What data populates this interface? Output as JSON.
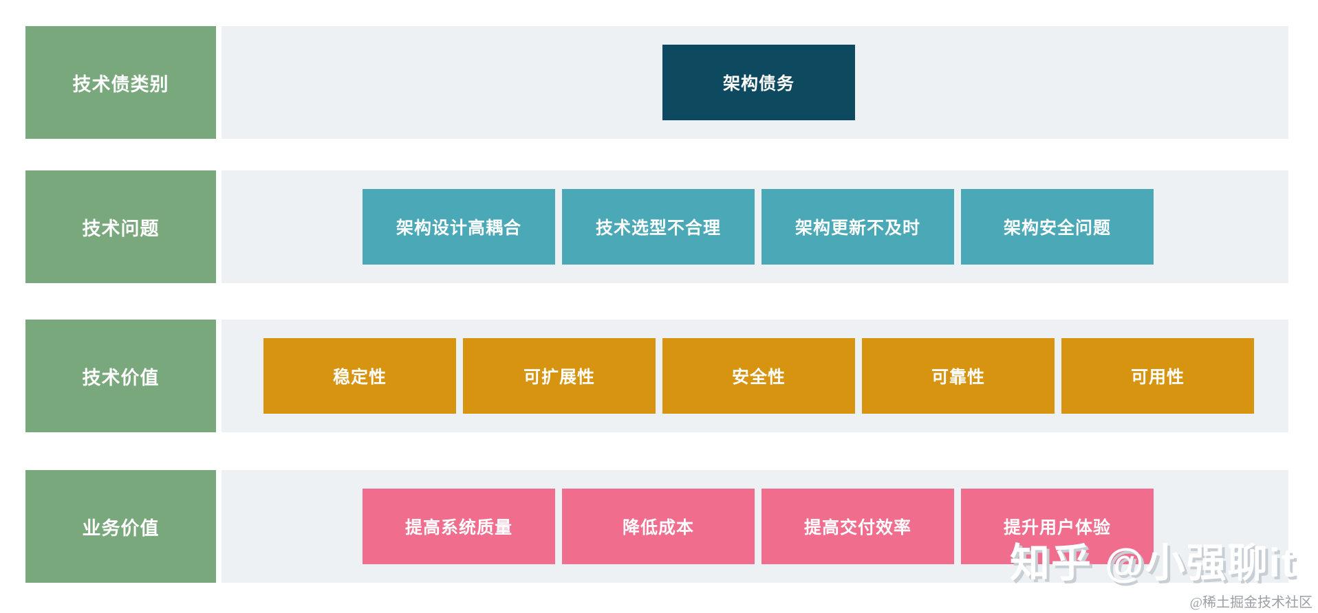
{
  "colors": {
    "label_green": "#7aa87d",
    "band_gray": "#edf1f4",
    "debt_navy": "#0e4a5f",
    "problem_teal": "#4ba8b7",
    "tech_value_orange": "#d79411",
    "business_value_pink": "#f06d8d"
  },
  "rows": [
    {
      "label": "技术债类别",
      "boxes": [
        {
          "label": "架构债务"
        }
      ]
    },
    {
      "label": "技术问题",
      "boxes": [
        {
          "label": "架构设计高耦合"
        },
        {
          "label": "技术选型不合理"
        },
        {
          "label": "架构更新不及时"
        },
        {
          "label": "架构安全问题"
        }
      ]
    },
    {
      "label": "技术价值",
      "boxes": [
        {
          "label": "稳定性"
        },
        {
          "label": "可扩展性"
        },
        {
          "label": "安全性"
        },
        {
          "label": "可靠性"
        },
        {
          "label": "可用性"
        }
      ]
    },
    {
      "label": "业务价值",
      "boxes": [
        {
          "label": "提高系统质量"
        },
        {
          "label": "降低成本"
        },
        {
          "label": "提高交付效率"
        },
        {
          "label": "提升用户体验"
        }
      ]
    }
  ],
  "watermarks": {
    "main": "知乎 @小强聊it",
    "footer": "@稀土掘金技术社区"
  }
}
